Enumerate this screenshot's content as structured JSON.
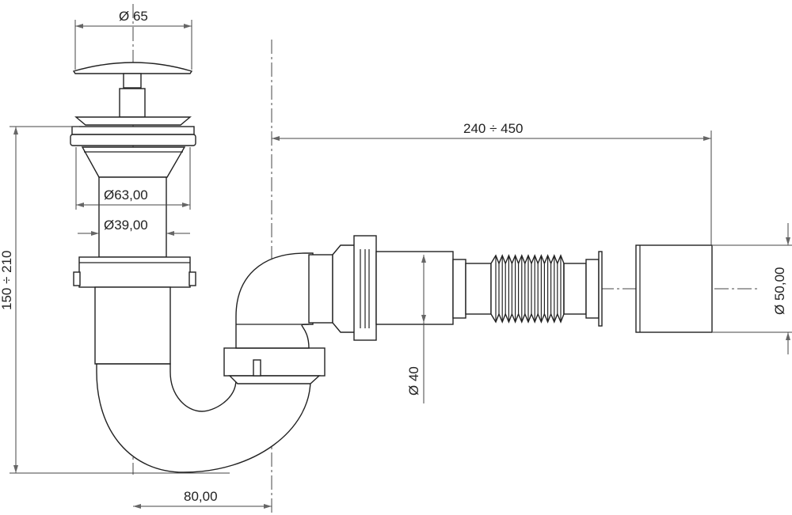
{
  "dimensions": {
    "cap_diameter": "Ø 65",
    "pipe_length": "240 ÷ 450",
    "flange_diameter": "Ø63,00",
    "tube_diameter": "Ø39,00",
    "height_range": "150 ÷ 210",
    "outlet_diameter": "Ø 40",
    "connector_diameter": "Ø 50,00",
    "offset": "80,00"
  }
}
